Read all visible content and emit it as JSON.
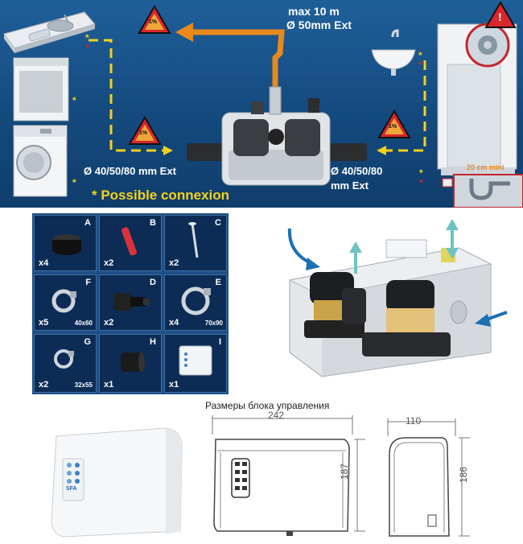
{
  "top_panel": {
    "outlet_line1": "max 10 m",
    "outlet_line2": "Ø 50mm Ext",
    "inlet_left": "Ø 40/50/80 mm Ext",
    "inlet_right_line1": "Ø 40/50/80",
    "inlet_right_line2": "mm Ext",
    "possible_connexion": "* Possible connexion",
    "min_height_label": "20 cm mini",
    "warning_sign_text": "1%",
    "asterisk": "*",
    "exclamation": "!"
  },
  "parts": [
    {
      "letter": "A",
      "qty": "x4",
      "size": "",
      "icon": "cap-icon"
    },
    {
      "letter": "B",
      "qty": "x2",
      "size": "",
      "icon": "wall-plug-icon"
    },
    {
      "letter": "C",
      "qty": "x2",
      "size": "",
      "icon": "screw-icon"
    },
    {
      "letter": "F",
      "qty": "x5",
      "size": "40x60",
      "icon": "hose-clamp-icon"
    },
    {
      "letter": "D",
      "qty": "x2",
      "size": "",
      "icon": "adapter-icon"
    },
    {
      "letter": "E",
      "qty": "x4",
      "size": "70x90",
      "icon": "hose-clamp-icon"
    },
    {
      "letter": "G",
      "qty": "x2",
      "size": "32x55",
      "icon": "hose-clamp-icon"
    },
    {
      "letter": "H",
      "qty": "x1",
      "size": "",
      "icon": "connector-icon"
    },
    {
      "letter": "I",
      "qty": "x1",
      "size": "",
      "icon": "control-box-icon"
    }
  ],
  "control_box": {
    "title": "Размеры блока управления",
    "brand": "SFA",
    "width_front": "242",
    "height_front": "187",
    "depth_side": "110",
    "height_side": "186"
  },
  "colors": {
    "panel_blue": "#144a7e",
    "outlet_orange": "#e8891c",
    "dash_yellow": "#f2d11d",
    "arrow_teal": "#6fc2c2",
    "arrow_blue": "#1d6fb3"
  }
}
